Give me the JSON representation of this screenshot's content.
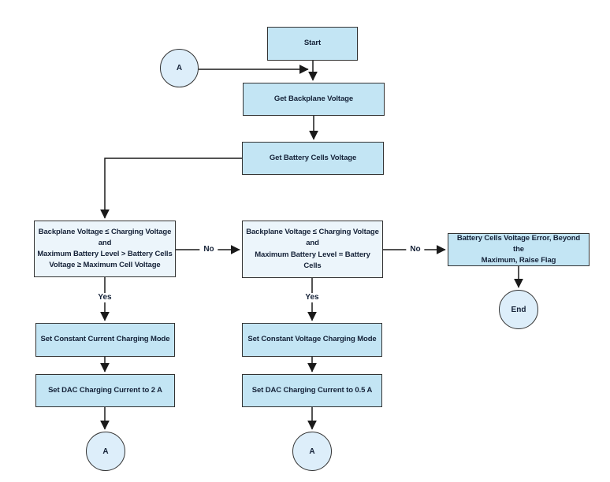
{
  "diagram": {
    "type": "flowchart",
    "nodes": {
      "start": "Start",
      "connector_a_top": "A",
      "get_backplane_voltage": "Get Backplane Voltage",
      "get_battery_cells_voltage": "Get Battery Cells Voltage",
      "decision_constant_current": "Backplane Voltage ≤ Charging Voltage\nand\nMaximum Battery Level > Battery Cells\nVoltage ≥ Maximum Cell Voltage",
      "decision_constant_voltage": "Backplane Voltage ≤ Charging Voltage\nand\nMaximum Battery Level = Battery Cells",
      "error_flag": "Battery Cells Voltage Error, Beyond the\nMaximum, Raise Flag",
      "end": "End",
      "set_constant_current_mode": "Set Constant Current Charging Mode",
      "set_dac_current_2a": "Set DAC Charging Current to 2 A",
      "set_constant_voltage_mode": "Set Constant Voltage Charging Mode",
      "set_dac_current_05a": "Set DAC Charging Current to 0.5 A",
      "connector_a_bottom_left": "A",
      "connector_a_bottom_right": "A"
    },
    "edge_labels": {
      "no_left_to_mid": "No",
      "no_mid_to_error": "No",
      "yes_left": "Yes",
      "yes_mid": "Yes"
    },
    "colors": {
      "process_fill": "#c3e5f4",
      "decision_fill": "#ecf5fb",
      "connector_fill": "#ddeefa",
      "border": "#333333",
      "text": "#152238",
      "edge": "#1a1a1a"
    }
  }
}
